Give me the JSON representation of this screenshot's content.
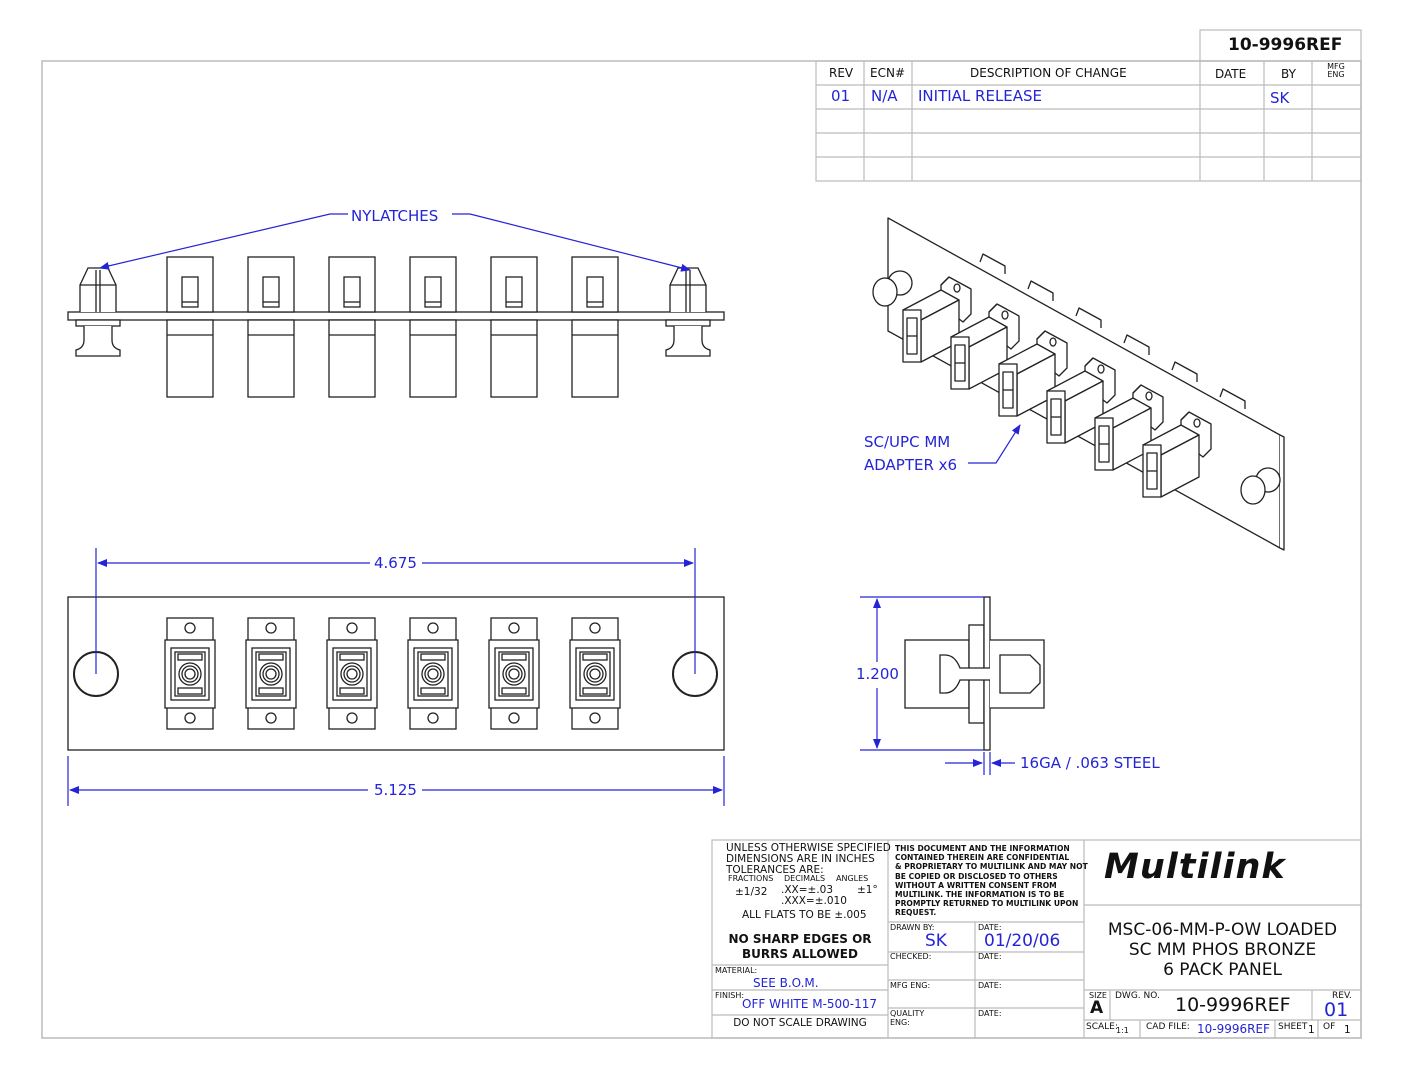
{
  "drawing_number_header": "10-9996REF",
  "revision_table": {
    "headers": [
      "REV",
      "ECN#",
      "DESCRIPTION OF CHANGE",
      "DATE",
      "BY",
      "MFG ENG"
    ],
    "rows": [
      {
        "rev": "01",
        "ecn": "N/A",
        "description": "INITIAL RELEASE",
        "date": "",
        "by": "SK",
        "mfg_eng": ""
      }
    ]
  },
  "callouts": {
    "nylatches": "NYLATCHES",
    "adapter_line1": "SC/UPC MM",
    "adapter_line2": "ADAPTER x6",
    "steel": "16GA / .063 STEEL"
  },
  "dimensions": {
    "hole_spacing": "4.675",
    "overall_width": "5.125",
    "height": "1.200"
  },
  "adapter_count": 6,
  "title_block": {
    "notes": {
      "line1": "UNLESS OTHERWISE SPECIFIED",
      "line2": "DIMENSIONS ARE IN INCHES",
      "line3": "TOLERANCES ARE:",
      "fractions_label": "FRACTIONS",
      "decimals_label": "DECIMALS",
      "angles_label": "ANGLES",
      "fractions_value": "±1/32",
      "decimals_xx": ".XX=±.03",
      "decimals_xxx": ".XXX=±.010",
      "angles_value": "±1°",
      "flats": "ALL FLATS TO BE ±.005",
      "warning_line1": "NO SHARP EDGES OR",
      "warning_line2": "BURRS ALLOWED"
    },
    "material_label": "MATERIAL:",
    "material": "SEE B.O.M.",
    "finish_label": "FINISH:",
    "finish": "OFF WHITE M-500-117",
    "do_not_scale": "DO NOT SCALE DRAWING",
    "confidential": [
      "THIS DOCUMENT AND THE INFORMATION",
      "CONTAINED THEREIN ARE CONFIDENTIAL",
      "& PROPRIETARY TO MULTILINK AND MAY NOT",
      "BE COPIED OR DISCLOSED TO OTHERS",
      "WITHOUT A WRITTEN CONSENT FROM",
      "MULTILINK. THE INFORMATION IS TO BE",
      "PROMPTLY RETURNED TO MULTILINK UPON",
      "REQUEST."
    ],
    "drawn_by_label": "DRAWN BY:",
    "drawn_by": "SK",
    "date_label": "DATE:",
    "drawn_date": "01/20/06",
    "checked_label": "CHECKED:",
    "mfg_eng_label": "MFG ENG:",
    "quality_label_1": "QUALITY",
    "quality_label_2": "ENG:",
    "company": "Multilink",
    "title_line1": "MSC-06-MM-P-OW LOADED",
    "title_line2": "SC MM PHOS BRONZE",
    "title_line3": "6 PACK PANEL",
    "size_label": "SIZE",
    "size": "A",
    "dwg_no_label": "DWG. NO.",
    "dwg_no": "10-9996REF",
    "rev_label": "REV.",
    "rev": "01",
    "scale_label": "SCALE:",
    "scale": "1:1",
    "cad_file_label": "CAD FILE:",
    "cad_file": "10-9996REF",
    "sheet_label": "SHEET",
    "sheet": "1",
    "of_label": "OF",
    "sheet_total": "1"
  },
  "colors": {
    "annotation": "#2424d6",
    "line": "#222222",
    "frame": "#bbbbbb"
  }
}
